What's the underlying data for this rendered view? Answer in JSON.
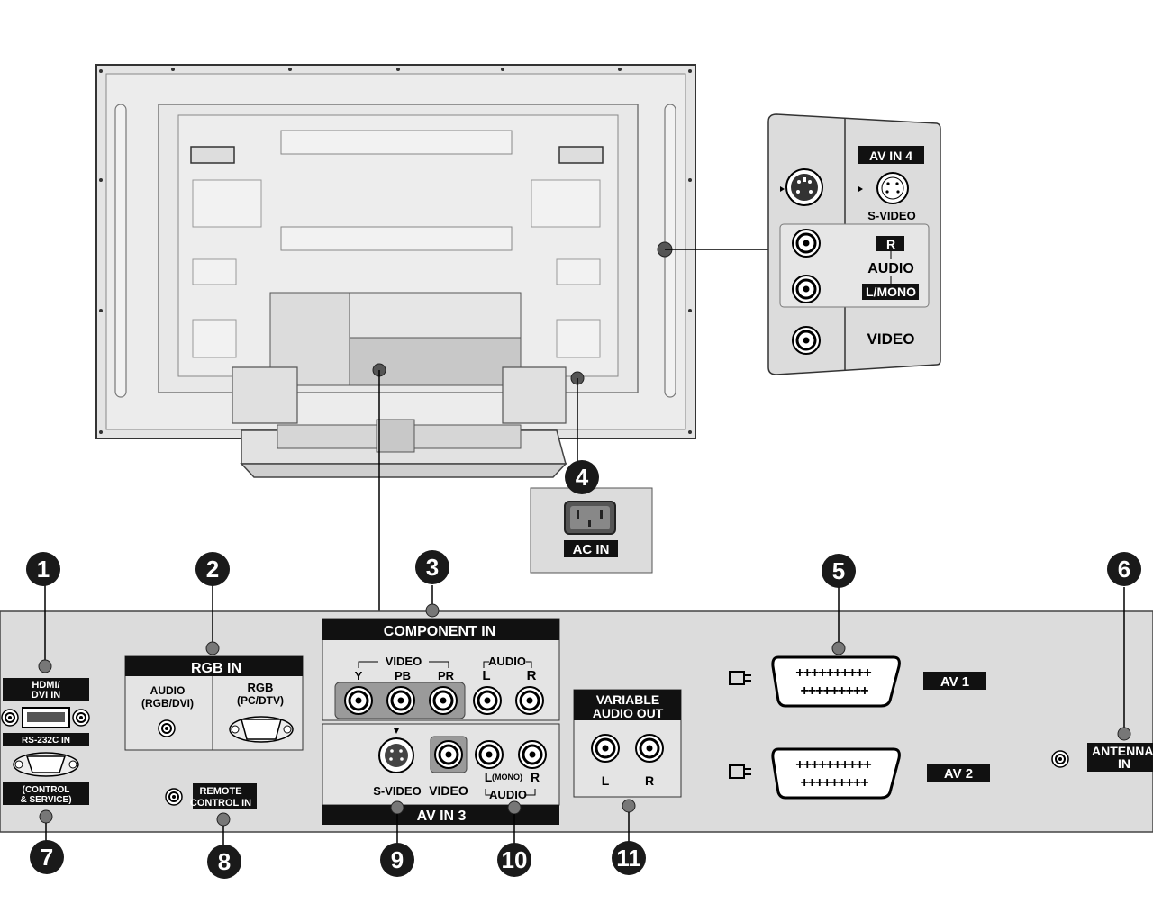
{
  "callouts": [
    "1",
    "2",
    "3",
    "4",
    "5",
    "6",
    "7",
    "8",
    "9",
    "10",
    "11"
  ],
  "side_panel": {
    "title": "AV IN 4",
    "svideo": "S-VIDEO",
    "r": "R",
    "audio": "AUDIO",
    "lmono": "L/MONO",
    "video": "VIDEO"
  },
  "ac_in": "AC IN",
  "hdmi": {
    "line1": "HDMI/",
    "line2": "DVI IN"
  },
  "rs232": {
    "title": "RS-232C IN",
    "line1": "(CONTROL",
    "line2": "& SERVICE)"
  },
  "rgb": {
    "title": "RGB IN",
    "audio1": "AUDIO",
    "audio2": "(RGB/DVI)",
    "rgb1": "RGB",
    "rgb2": "(PC/DTV)"
  },
  "remote": {
    "line1": "REMOTE",
    "line2": "CONTROL IN"
  },
  "component": {
    "title": "COMPONENT IN",
    "video": "VIDEO",
    "audio": "AUDIO",
    "y": "Y",
    "pb": "PB",
    "pr": "PR",
    "l": "L",
    "r": "R"
  },
  "av3": {
    "title": "AV IN 3",
    "svideo": "S-VIDEO",
    "video": "VIDEO",
    "l": "L",
    "mono": "(MONO)",
    "r": "R",
    "audio": "AUDIO"
  },
  "var_audio": {
    "line1": "VARIABLE",
    "line2": "AUDIO OUT",
    "l": "L",
    "r": "R"
  },
  "av1": "AV 1",
  "av2": "AV 2",
  "antenna": {
    "line1": "ANTENNA",
    "line2": "IN"
  }
}
